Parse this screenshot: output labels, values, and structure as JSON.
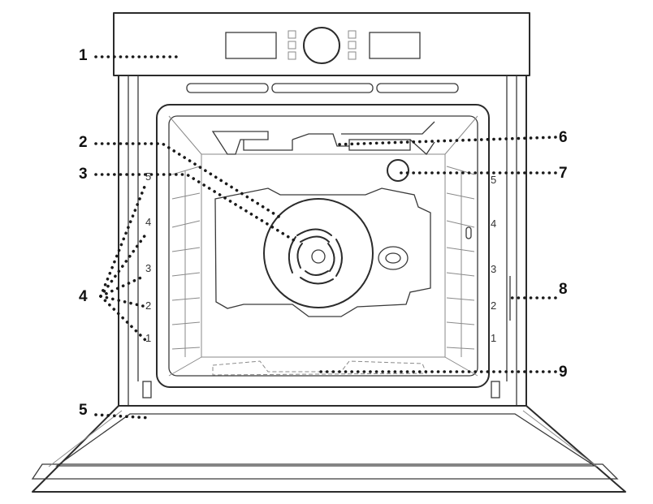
{
  "callouts": [
    "1",
    "2",
    "3",
    "4",
    "5",
    "6",
    "7",
    "8",
    "9"
  ],
  "shelf_levels": [
    "1",
    "2",
    "3",
    "4",
    "5"
  ]
}
